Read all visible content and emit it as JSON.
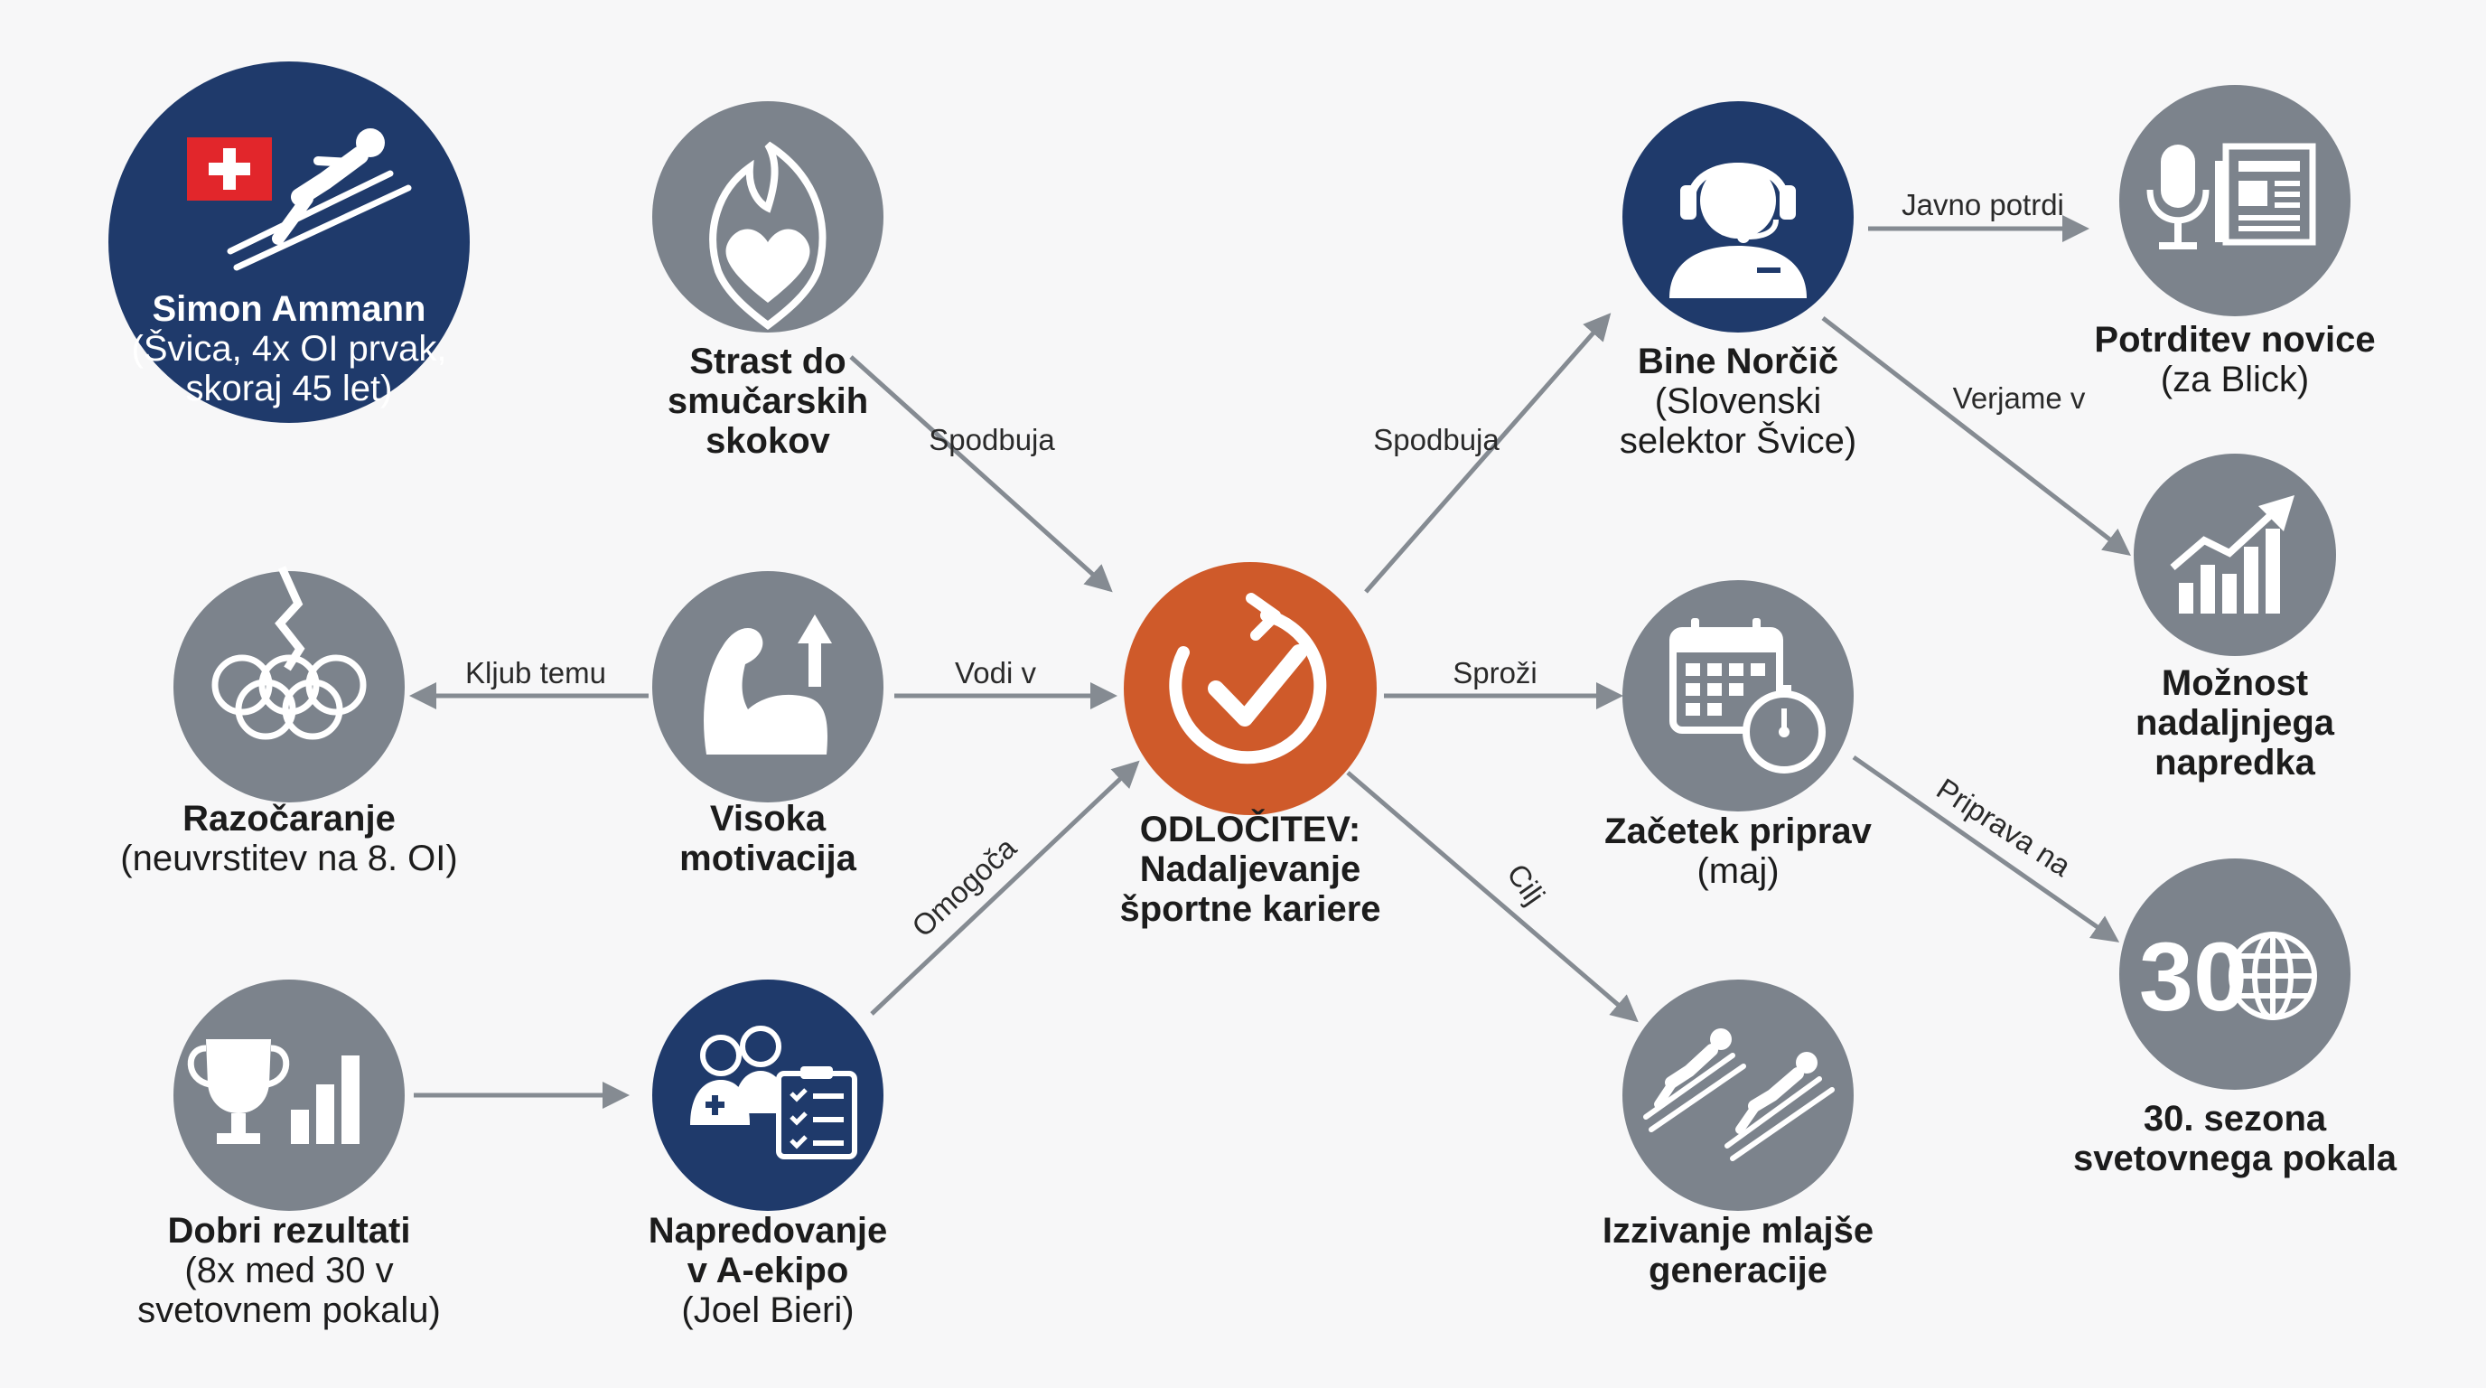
{
  "colors": {
    "navy": "#1f3a6b",
    "gray": "#7c838c",
    "orange": "#cf5a2a",
    "arrow": "#858b92",
    "text": "#1c1c1c"
  },
  "nodes": {
    "simon": {
      "title": "Simon Ammann",
      "line1": "(Švica, 4x OI prvak,",
      "line2": "skoraj 45 let)",
      "icon": "ski-jumper-with-swiss-flag"
    },
    "strast": {
      "line1": "Strast do",
      "line2": "smučarskih",
      "line3": "skokov",
      "icon": "heart-flame-icon"
    },
    "razocaranje": {
      "title": "Razočaranje",
      "sub": "(neuvrstitev na 8. OI)",
      "icon": "broken-olympic-rings-icon"
    },
    "motivacija": {
      "line1": "Visoka",
      "line2": "motivacija",
      "icon": "flexed-arm-icon"
    },
    "rezultati": {
      "title": "Dobri rezultati",
      "line1": "(8x med 30 v",
      "line2": "svetovnem pokalu)",
      "icon": "trophy-bars-icon"
    },
    "napredovanje": {
      "line1": "Napredovanje",
      "line2": "v A-ekipo",
      "sub": "(Joel Bieri)",
      "icon": "team-clipboard-icon"
    },
    "odlocitev": {
      "line1": "ODLOČITEV:",
      "line2": "Nadaljevanje",
      "line3": "športne kariere",
      "icon": "circular-check-icon"
    },
    "norcic": {
      "title": "Bine Norčič",
      "line1": "(Slovenski",
      "line2": "selektor Švice)",
      "icon": "headset-person-icon"
    },
    "priprave": {
      "title": "Začetek priprav",
      "sub": "(maj)",
      "icon": "calendar-stopwatch-icon"
    },
    "izzivanje": {
      "line1": "Izzivanje mlajše",
      "line2": "generacije",
      "icon": "two-ski-jumpers-icon"
    },
    "potrditev": {
      "title": "Potrditev novice",
      "sub": "(za Blick)",
      "icon": "microphone-newspaper-icon"
    },
    "moznost": {
      "line1": "Možnost",
      "line2": "nadaljnjega",
      "line3": "napredka",
      "icon": "growth-chart-icon"
    },
    "sezona": {
      "badge": "30",
      "line1": "30. sezona",
      "line2": "svetovnega pokala",
      "icon": "globe-icon"
    }
  },
  "edges": {
    "spodbuja_left": "Spodbuja",
    "kljub_temu": "Kljub temu",
    "vodi_v": "Vodi v",
    "omogoca": "Omogoča",
    "spodbuja_right": "Spodbuja",
    "sprozi": "Sproži",
    "cilj": "Cilj",
    "javno_potrdi": "Javno potrdi",
    "verjame_v": "Verjame v",
    "priprava_na": "Priprava na"
  }
}
